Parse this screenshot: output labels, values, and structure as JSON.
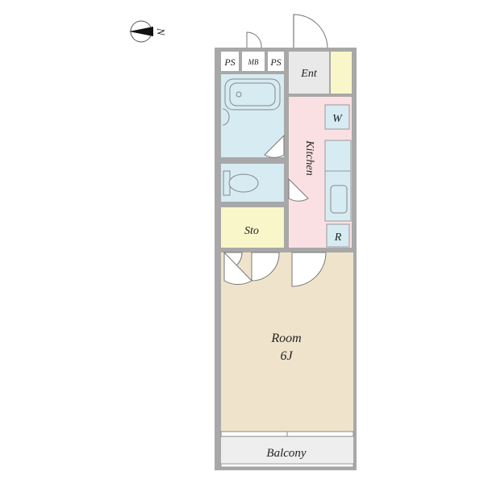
{
  "compass": {
    "label": "N",
    "icon": "north-arrow-icon"
  },
  "rooms": {
    "ps_left": "PS",
    "mb": "MB",
    "ps_right": "PS",
    "entrance": "Ent",
    "washer": "W",
    "kitchen": "Kitchen",
    "storage": "Sto",
    "refrigerator": "R",
    "room_name": "Room",
    "room_size": "6J",
    "balcony": "Balcony"
  },
  "colors": {
    "room": "#efe4cb",
    "kitchen": "#fbe0e3",
    "bath": "#d6ecf2",
    "storage": "#f9f6c9",
    "entrance": "#e9e9e9",
    "balcony": "#eeeeee",
    "wall": "#a8a8a8"
  }
}
